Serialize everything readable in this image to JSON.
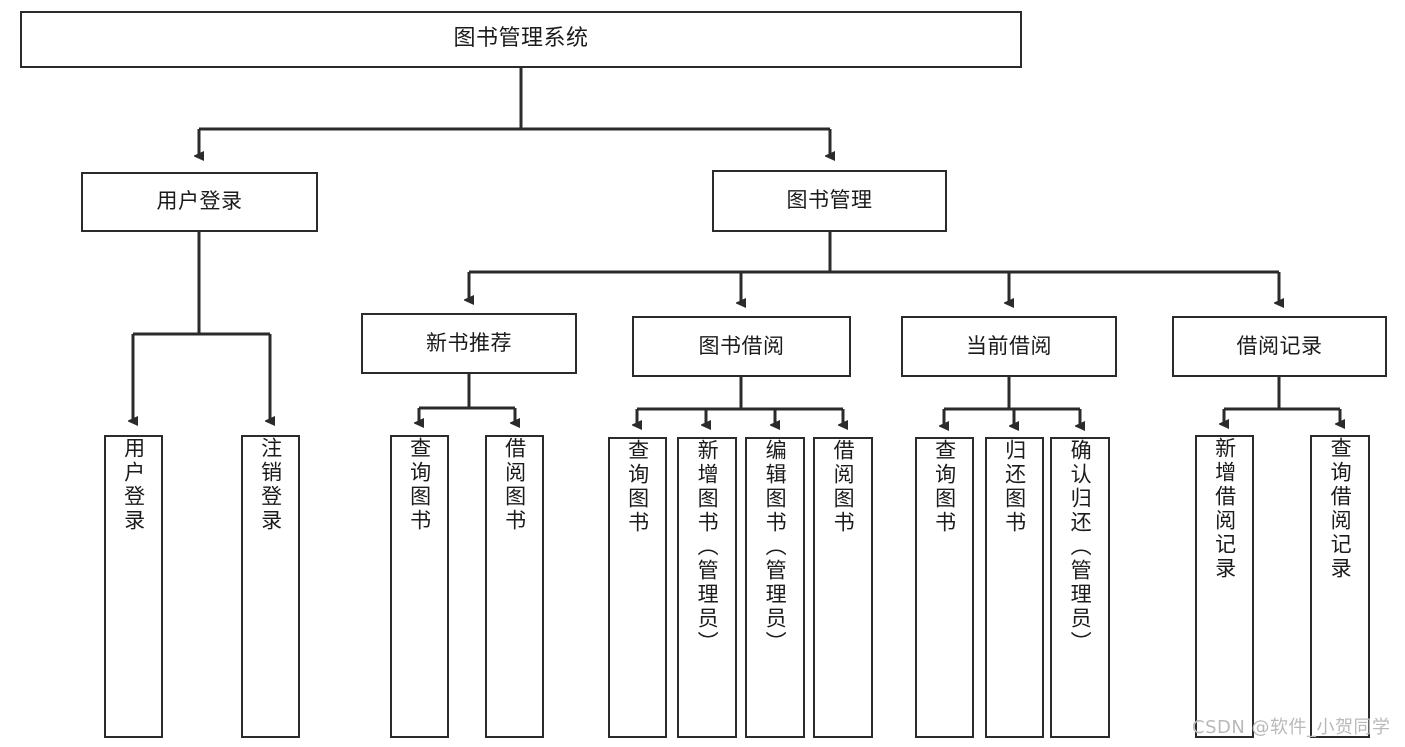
{
  "diagram": {
    "title": "图书管理系统",
    "type": "tree-hierarchy-diagram",
    "colors": {
      "line": "#2b2b2b",
      "box_border": "#2b2b2b",
      "box_fill": "#ffffff",
      "text": "#1b1b1b",
      "background": "#ffffff",
      "watermark": "#b9b9b9"
    },
    "root": {
      "label": "图书管理系统"
    },
    "level2": [
      {
        "label": "用户登录"
      },
      {
        "label": "图书管理"
      }
    ],
    "level3": [
      {
        "label": "新书推荐"
      },
      {
        "label": "图书借阅"
      },
      {
        "label": "当前借阅"
      },
      {
        "label": "借阅记录"
      }
    ],
    "leaves": {
      "user_login": [
        {
          "label": "用户登录"
        },
        {
          "label": "注销登录"
        }
      ],
      "new_book_recommend": [
        {
          "label": "查询图书"
        },
        {
          "label": "借阅图书"
        }
      ],
      "book_borrow": [
        {
          "label": "查询图书"
        },
        {
          "label": "新增图书（管理员）"
        },
        {
          "label": "编辑图书（管理员）"
        },
        {
          "label": "借阅图书"
        }
      ],
      "current_borrow": [
        {
          "label": "查询图书"
        },
        {
          "label": "归还图书"
        },
        {
          "label": "确认归还（管理员）"
        }
      ],
      "borrow_record": [
        {
          "label": "新增借阅记录"
        },
        {
          "label": "查询借阅记录"
        }
      ]
    }
  },
  "watermark": {
    "text": "CSDN @软件_小贺同学"
  }
}
